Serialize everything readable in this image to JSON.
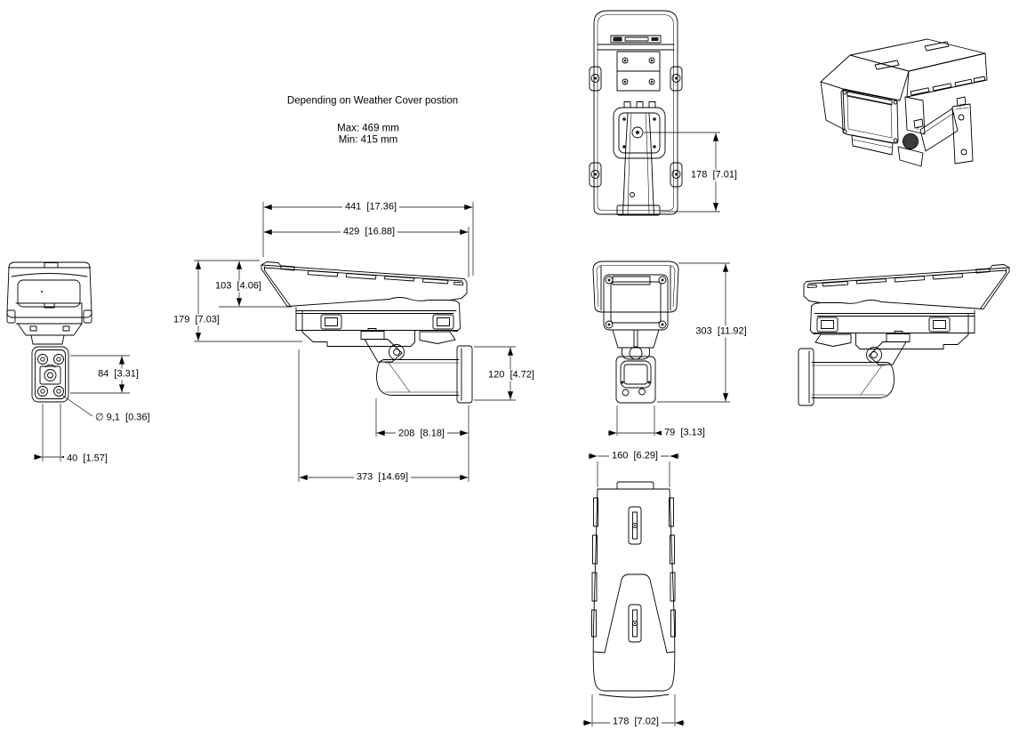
{
  "drawing": {
    "note": {
      "heading": "Depending on Weather Cover postion",
      "max": "Max: 469 mm",
      "min": "Min: 415 mm"
    },
    "front_view": {
      "dim_mount_holes_vertical": "84  [3.31]",
      "dim_hole_diameter": "∅ 9,1  [0.36]",
      "dim_mount_holes_horizontal": "40  [1.57]"
    },
    "side_view": {
      "dim_overall_length": "441  [17.36]",
      "dim_housing_length": "429  [16.88]",
      "dim_cover_front_height": "103  [4.06]",
      "dim_front_height": "179  [7.03]",
      "dim_wall_plate_height": "120  [4.72]",
      "dim_arm_reach": "208  [8.18]",
      "dim_base_length": "373  [14.69]"
    },
    "top_view": {
      "dim_bracket_to_rear": "178  [7.01]"
    },
    "rear_view": {
      "dim_overall_height": "303  [11.92]",
      "dim_arm_width": "79  [3.13]"
    },
    "bottom_view": {
      "dim_body_width": "160  [6.29]",
      "dim_overall_width": "178  [7.02]"
    },
    "colors": {
      "line": "#000000",
      "background": "#ffffff"
    }
  }
}
